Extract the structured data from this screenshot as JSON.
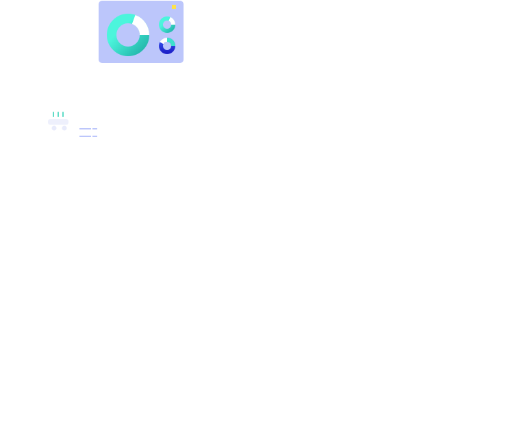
{
  "illustration": {
    "card_color": "#bcc6fb",
    "teal": "#4cf5dc",
    "teal_dark": "#27c3b3",
    "blue": "#2a33d8",
    "accent_yellow": "#fde24a",
    "line_color": "#bcc6fb",
    "big_donut_fraction": 0.78,
    "small_donut_1_fraction": 0.8,
    "small_donut_2_fraction": 0.8
  }
}
